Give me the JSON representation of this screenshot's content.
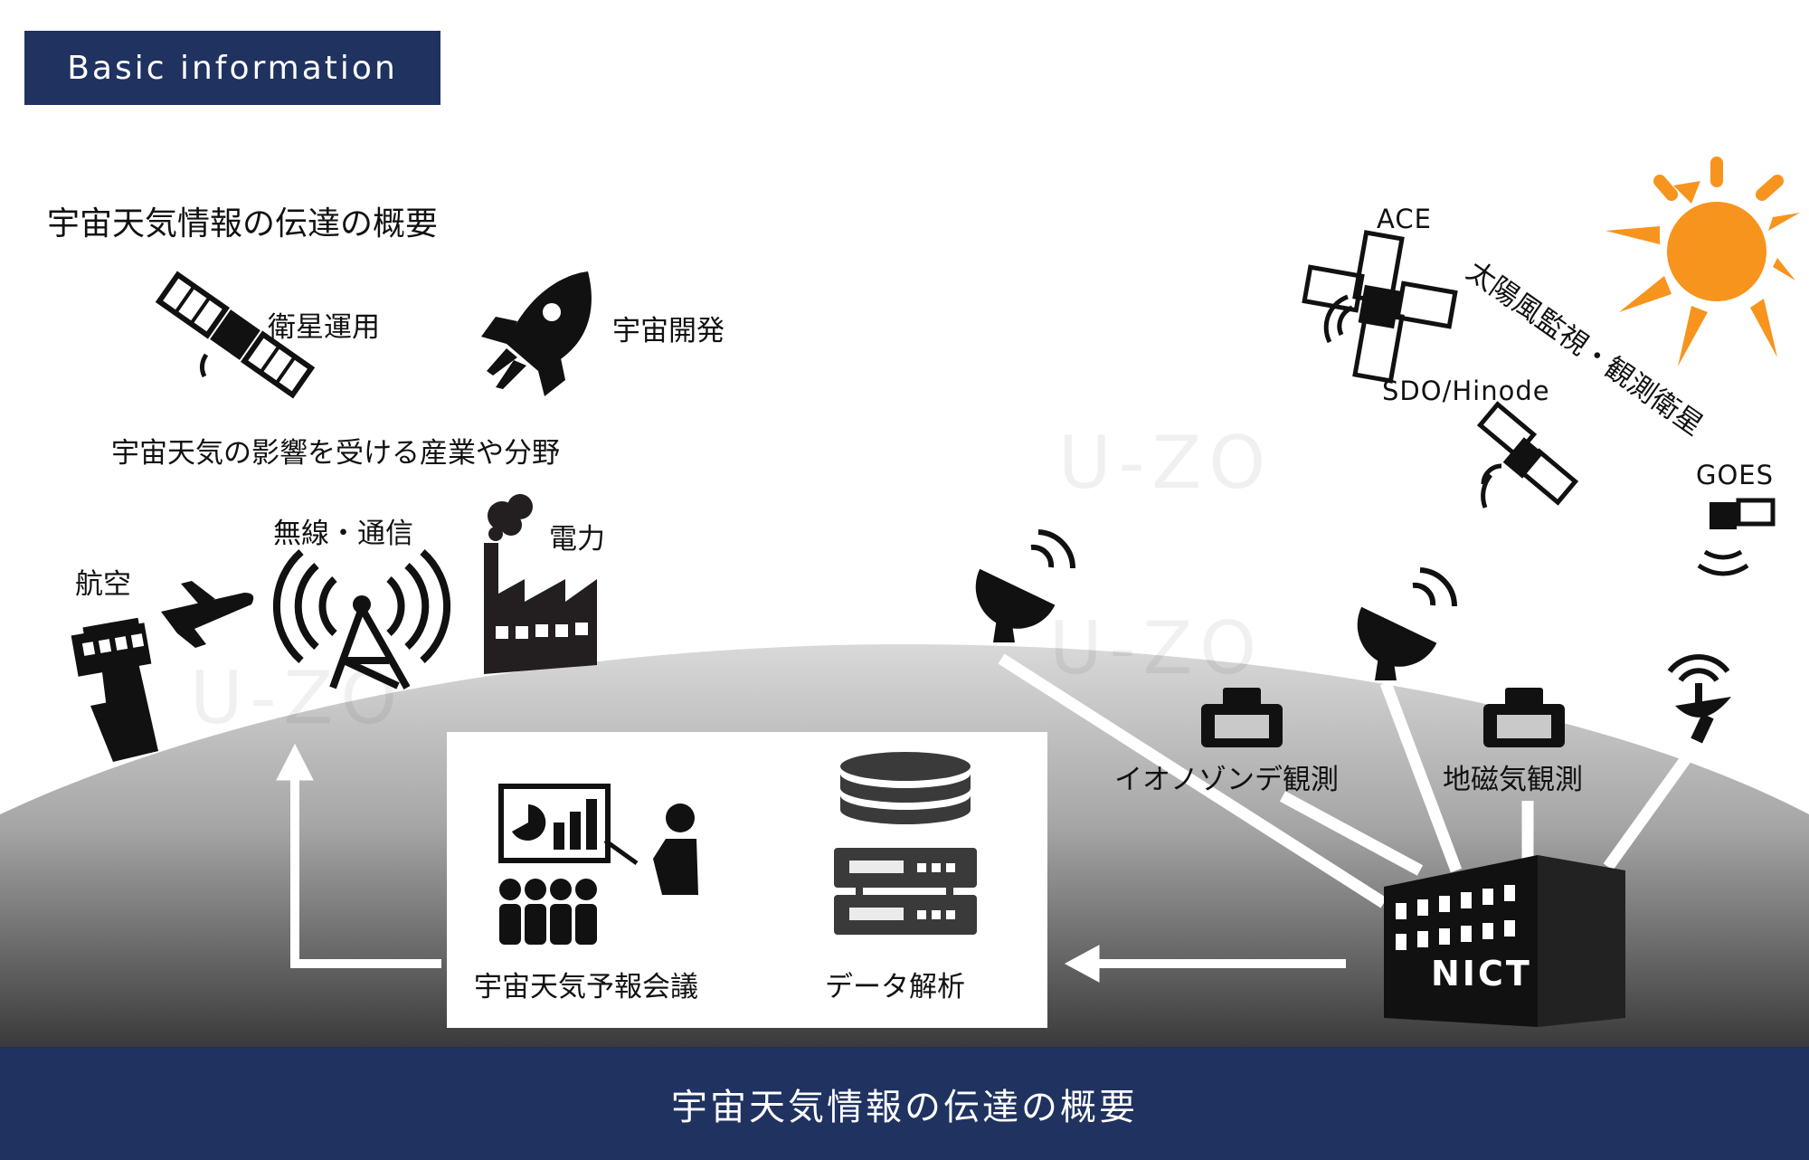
{
  "header": {
    "tag": "Basic information"
  },
  "title": "宇宙天気情報の伝達の概要",
  "footer": {
    "title": "宇宙天気情報の伝達の概要"
  },
  "users": {
    "satellite_ops": "衛星運用",
    "space_dev": "宇宙開発",
    "affected_heading": "宇宙天気の影響を受ける産業や分野",
    "aviation": "航空",
    "radio_comm": "無線・通信",
    "power": "電力"
  },
  "observation": {
    "sun_satellites": "太陽風監視・観測衛星",
    "ace": "ACE",
    "sdo_hinode": "SDO/Hinode",
    "goes": "GOES",
    "ionosonde": "イオノゾンデ観測",
    "geomagnetic": "地磁気観測",
    "nict": "NICT"
  },
  "center": {
    "forecast_meeting": "宇宙天気予報会議",
    "data_analysis": "データ解析"
  },
  "watermark": "U-ZO",
  "colors": {
    "navy": "#1f3260",
    "sun": "#f7941d"
  }
}
